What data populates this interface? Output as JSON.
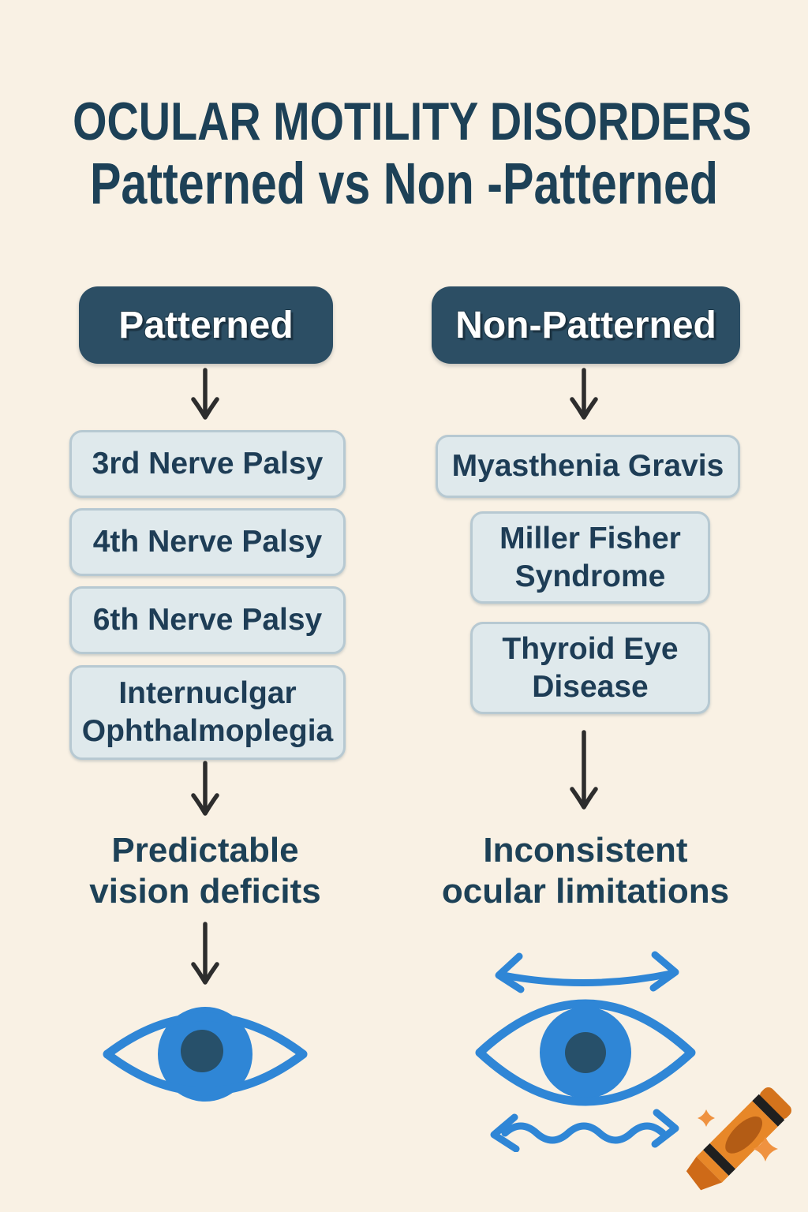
{
  "title": {
    "line1": "OCULAR MOTILITY DISORDERS",
    "line2": "Patterned vs Non -Patterned"
  },
  "patterned": {
    "header": "Patterned",
    "items": [
      "3rd Nerve Palsy",
      "4th Nerve Palsy",
      "6th Nerve Palsy",
      "Internuclgar Ophthalmoplegia"
    ],
    "outcome_lines": [
      "Predictable",
      "vision deficits"
    ]
  },
  "non_patterned": {
    "header": "Non-Patterned",
    "items": [
      "Myasthenia Gravis",
      "Miller Fisher Syndrome",
      "Thyroid Eye Disease"
    ],
    "outcome_lines": [
      "Inconsistent",
      "ocular limitations"
    ]
  },
  "icons": {
    "down_arrow": "down-arrow-icon",
    "patterned_eye": "eye-icon",
    "non_patterned_eye": "eye-with-motion-arrows-icon",
    "horizontal_motion_arrow": "curved-double-arrow-icon",
    "wavy_motion_arrow": "wavy-double-arrow-icon",
    "crayon": "orange-crayon-icon",
    "sparkle": "sparkle-icon"
  },
  "colors": {
    "background": "#f9f1e4",
    "title_text": "#1d4157",
    "header_box_bg": "#2c4e64",
    "header_box_text": "#ffffff",
    "item_box_bg": "#dfe9ec",
    "item_box_border": "#b7c9d2",
    "item_text": "#1e3d56",
    "arrow": "#2d2d2d",
    "eye_blue": "#2f86d6",
    "pupil": "#27506a",
    "crayon_orange": "#e78728",
    "sparkle_orange": "#ef9240"
  }
}
